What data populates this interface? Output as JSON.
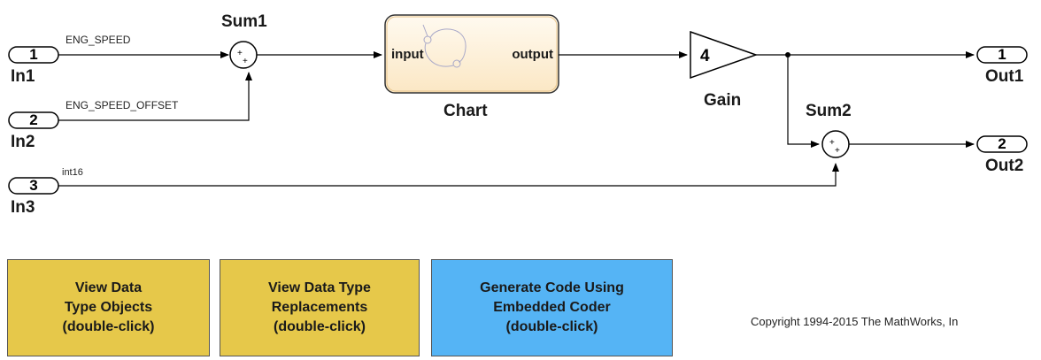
{
  "inports": [
    {
      "number": "1",
      "name": "In1"
    },
    {
      "number": "2",
      "name": "In2"
    },
    {
      "number": "3",
      "name": "In3"
    }
  ],
  "outports": [
    {
      "number": "1",
      "name": "Out1"
    },
    {
      "number": "2",
      "name": "Out2"
    }
  ],
  "signals": {
    "eng_speed": "ENG_SPEED",
    "eng_speed_offset": "ENG_SPEED_OFFSET",
    "int16": "int16"
  },
  "sum1": {
    "name": "Sum1"
  },
  "sum2": {
    "name": "Sum2"
  },
  "chart": {
    "name": "Chart",
    "input_port": "input",
    "output_port": "output"
  },
  "gain": {
    "name": "Gain",
    "value": "4"
  },
  "buttons": {
    "view_data_type_objects": {
      "lines": [
        "View Data",
        "Type Objects",
        "(double-click)"
      ],
      "color": "#e6c84a"
    },
    "view_data_type_replacements": {
      "lines": [
        "View Data Type",
        "Replacements",
        "(double-click)"
      ],
      "color": "#e6c84a"
    },
    "generate_code": {
      "lines": [
        "Generate Code Using",
        "Embedded Coder",
        "(double-click)"
      ],
      "color": "#55b4f5"
    }
  },
  "copyright": "Copyright 1994-2015 The MathWorks, In"
}
